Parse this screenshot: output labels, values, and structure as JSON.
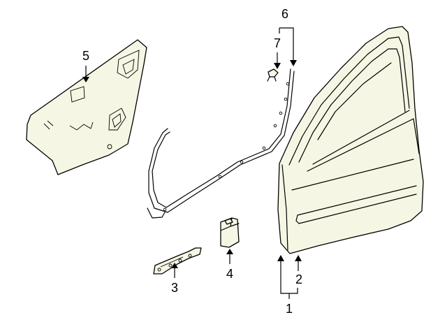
{
  "callouts": {
    "c1": "1",
    "c2": "2",
    "c3": "3",
    "c4": "4",
    "c5": "5",
    "c6": "6",
    "c7": "7"
  },
  "colors": {
    "part_fill": "#f6f6e4",
    "outline": "#000000",
    "background": "#ffffff"
  }
}
